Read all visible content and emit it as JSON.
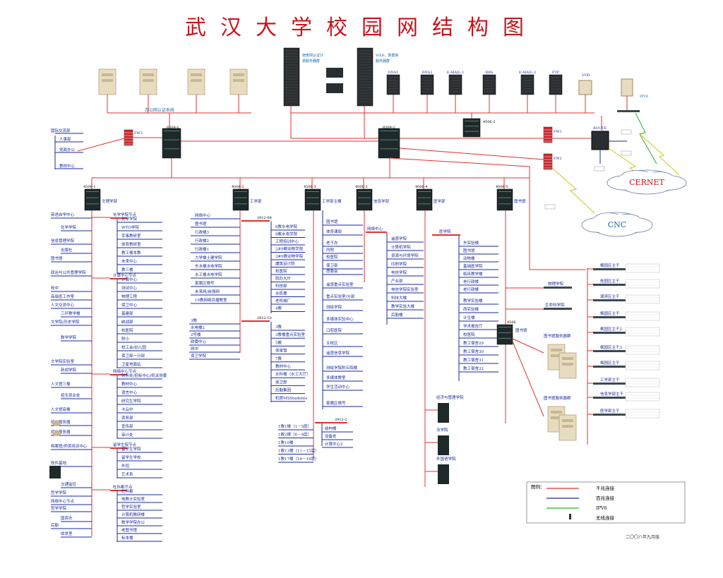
{
  "title": "武汉大学校园网结构图",
  "date": "二〇〇八年九月版",
  "colors": {
    "gigabit": "#e03030",
    "hundred": "#1a2a9a",
    "ipv6": "#20b030",
    "wireless": "#c8c820",
    "title": "#c8141c"
  },
  "legend": {
    "title": "图例：",
    "items": [
      "千兆连接",
      "百兆连接",
      "IPV6",
      "无线连接"
    ]
  },
  "top_devices": {
    "auth_servers_label": "办公网认证系统",
    "server1_label": "宿舍网认证计费服务器群",
    "server2_label": "WEB、数据库服务器群",
    "servers": [
      "DNS1",
      "DNS2",
      "E-MAIL-1",
      "BBS",
      "E-MAIL-2",
      "FTP",
      "VOD"
    ],
    "ipv6": "IPV6",
    "route": "ROUTE",
    "cernet": "CERNET",
    "cnc": "CNC"
  },
  "core": {
    "fw3": "FW3",
    "fw1": "FW1",
    "fw2": "FW2",
    "s1": "6509-1",
    "s2": "6509-2",
    "s3": "4506-2"
  },
  "left_admin": [
    "国际交流部",
    "人事部",
    "党政办公",
    "教材中心"
  ],
  "branches": [
    {
      "switch": "4506-1",
      "label": "文理学部"
    },
    {
      "switch": "4006-2",
      "label": "工学部"
    },
    {
      "switch": "4506-3",
      "label": "工学部主楼"
    },
    {
      "switch": "4006-3",
      "label": "信息学部"
    },
    {
      "switch": "4006-4",
      "label": "医学部"
    },
    {
      "switch": "4006-5",
      "label": "图书馆"
    }
  ],
  "col1": [
    "英语自学中心",
    "化学学院",
    "信息管理学院",
    "出版社",
    "图书馆",
    "政治与公共管理学院",
    "校中",
    "高级医工作室",
    "人文交流中心",
    "三环教学楼",
    "文学院/历史学院",
    "数学学院",
    "文学院实验室",
    "新闻学院",
    "人文馆三楼",
    "招生就业处",
    "人文馆底楼",
    "招生服务器",
    "招生服务器",
    "档案馆/师资培训中心",
    "软件基地",
    "交通监控",
    "哲学学院",
    "网络中心节点",
    "哲学学院",
    "国资办",
    "后勤",
    "收发室"
  ],
  "col1_group_a": {
    "title": "化学学院节点",
    "items": [
      "化学学院",
      "WTO学院",
      "军事教研室",
      "体育教研室",
      "教工楼本教",
      "未来中心",
      "教三楼"
    ]
  },
  "col1_group_b": {
    "title": "计算中心节点",
    "items": [
      "计算中心",
      "测试中心",
      "物理工程",
      "保卫中心",
      "基建部",
      "统战部",
      "校医院",
      "附小",
      "校工会/幼儿园",
      "保卫部一分部",
      "卫星地面站"
    ]
  },
  "col1_group_c": {
    "title": "网络中心节点",
    "items": [
      "财务处/招标中心/机关党委",
      "教材中心",
      "语言中心",
      "研究生学院",
      "卡云中",
      "资务部",
      "宣传部",
      "审计处"
    ]
  },
  "col1_group_d": {
    "title": "留学生院节点",
    "items": [
      "留学生学院",
      "留学生学校",
      "外招",
      "艺术系"
    ]
  },
  "col1_group_e": {
    "title": "杜科都节点",
    "items": [
      "杜科都",
      "电教计实验室",
      "哲学实验室",
      "计算机教研楼",
      "数学学院办公",
      "老图书馆",
      "标本楼"
    ]
  },
  "col2_a": [
    "网络中心",
    "图书馆",
    "行政楼3",
    "行政楼2",
    "行政楼1",
    "力学楼土建学院",
    "东水楼水电学院",
    "水工楼水电学院",
    "家属区微号",
    "未来网/自强网",
    "10教网络百播教室"
  ],
  "col2_switch_a": "2912-08",
  "col2_b": [
    "8教水电学院",
    "8教水电学院",
    "工程培训中心",
    "2#9教动物学院",
    "3#9教动物学院",
    "建筑设计院",
    "校医院",
    "院办大厅",
    "科技部",
    "水机楼",
    "老机械厂",
    "4教"
  ],
  "col2_c": [
    "3教",
    "水电楼2",
    "2号楼",
    "政委中心",
    "网中",
    "保卫学院"
  ],
  "col2_switch_b": "2912-10",
  "col2_d": [
    "3教",
    "3教楼重点实验室",
    "5教",
    "体育馆",
    "7教",
    "教材中心",
    "水科楼（水工大厅）",
    "保卫部",
    "后勤集团",
    "机房MSStudents"
  ],
  "col2_e": [
    "1教1楼（1－5层）",
    "1教2楼（6－9层）",
    "1教10楼",
    "1教13楼（11－15层）",
    "1教17楼（16－19层）"
  ],
  "col2_switch_c": "2912-2",
  "col2_f": [
    "结构楼",
    "设备处",
    "计算中心2"
  ],
  "col3_a": [
    "图书馆",
    "体育课部",
    "老干办",
    "内附",
    "校医院",
    "保卫部",
    "居委会",
    "遥感重点实验室",
    "重点实验室/分部",
    "测绘学院",
    "多媒体实验中心",
    "口腔医院",
    "五校区",
    "遥感信息学院",
    "测绘学院附五院楼",
    "多媒体教室",
    "学生活动中心",
    "家属区微号"
  ],
  "col3_b": [
    "网络中心",
    "遥感学院",
    "计算机学院",
    "资源与环境学院",
    "印刷学院",
    "电信学院",
    "产业部",
    "电信学院实验室",
    "科技大楼",
    "教学实验大楼",
    "后勤楼"
  ],
  "col4_a": [
    "医学院",
    "东实验楼",
    "图书馆",
    "动物楼",
    "基础医学院",
    "临床教学楼",
    "老行政楼",
    "老行政楼"
  ],
  "col4_b": [
    "教学实验楼",
    "西实验楼",
    "计生楼",
    "学术报告厅",
    "校医院",
    "教工宿舍29",
    "教工宿舍30",
    "教工宿舍31",
    "教工宿舍32"
  ],
  "col4_c": [
    "经济与管理学院",
    "法学院",
    "外国语学院"
  ],
  "col5": [
    "物理学院",
    "生命科学院",
    "4506",
    "图书馆",
    "图书馆服务器群",
    "图书馆服务器群"
  ],
  "col6": [
    "樱园区主干",
    "桂园区主干",
    "湖滨区主干",
    "枫园区主干",
    "枫园区主干2",
    "枫园区主干3",
    "梅园区主干",
    "工学部主干",
    "信息学部主干",
    "医学部主干"
  ]
}
